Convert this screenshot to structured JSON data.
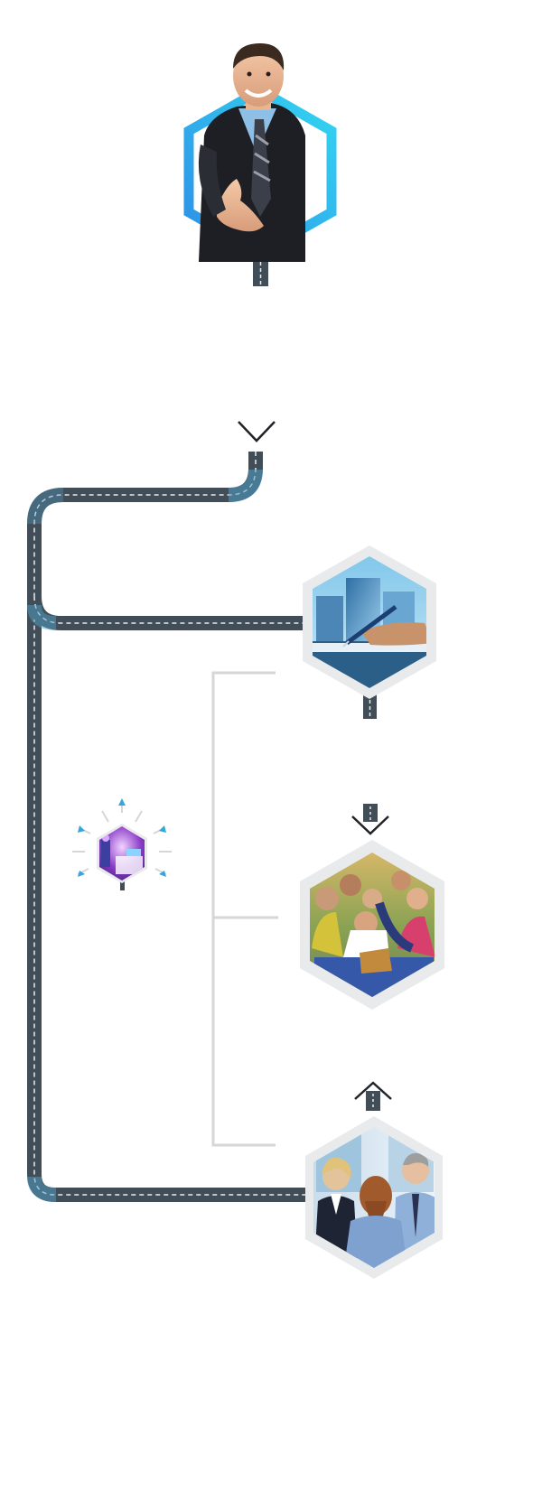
{
  "palette": {
    "road": "#414e57",
    "road_dash": "#e8ecef",
    "road_glow": "#4f9fc7",
    "bracket": "#d6d6d6",
    "arrow": "#202428",
    "hex_frame": "#e9eaec",
    "gradient_start": "#2e8fe6",
    "gradient_end": "#33d6f2",
    "burst": "#33a6dd"
  },
  "nodes": [
    {
      "id": "businessman-handshake",
      "icon": "businessman-photo"
    },
    {
      "id": "contract-signing",
      "icon": "signing-photo"
    },
    {
      "id": "group-of-friends",
      "icon": "friends-photo"
    },
    {
      "id": "job-interview",
      "icon": "interview-photo"
    },
    {
      "id": "event-stage",
      "icon": "event-photo"
    }
  ],
  "arrows": [
    {
      "id": "entry-arrow",
      "icon": "chevron-down-icon"
    },
    {
      "id": "down-arrow",
      "icon": "arrow-down-icon"
    },
    {
      "id": "up-arrow",
      "icon": "arrow-up-icon"
    }
  ]
}
